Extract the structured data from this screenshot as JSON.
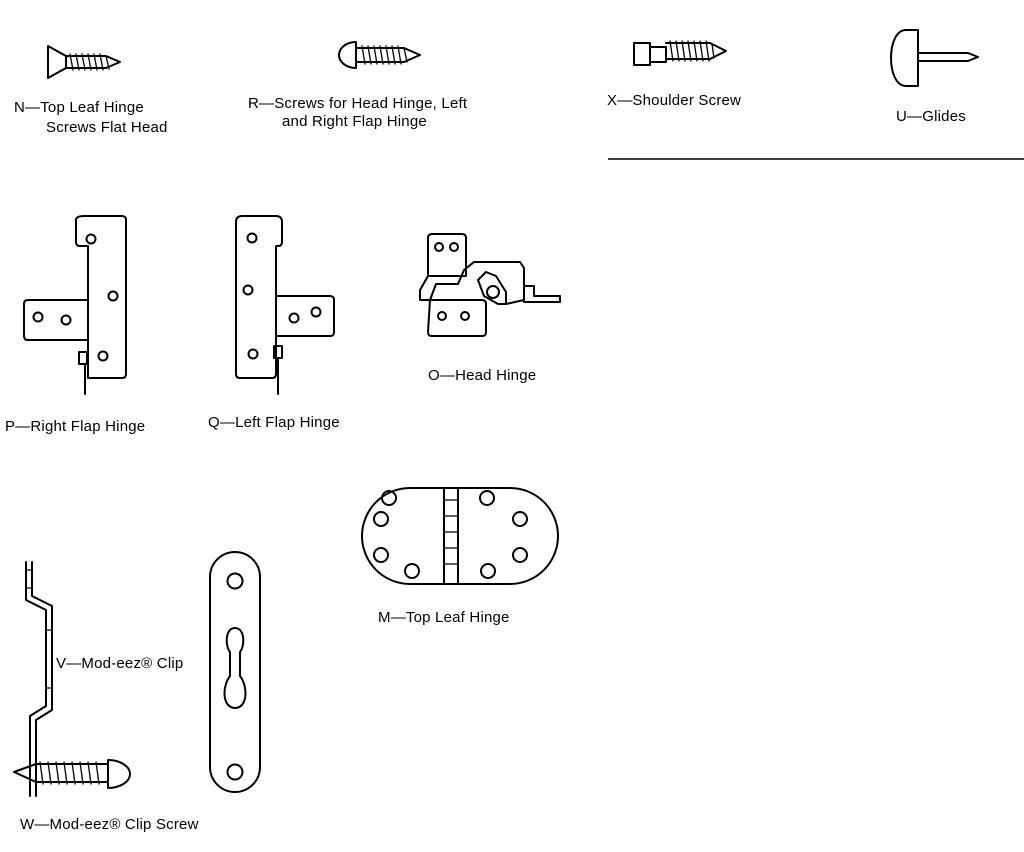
{
  "parts": {
    "n": {
      "line1": "N—Top Leaf Hinge",
      "line2": "Screws Flat Head"
    },
    "r": {
      "line1": "R—Screws for Head Hinge, Left",
      "line2": "and Right Flap Hinge"
    },
    "x": {
      "label": "X—Shoulder Screw"
    },
    "u": {
      "label": "U—Glides"
    },
    "p": {
      "label": "P—Right Flap Hinge"
    },
    "q": {
      "label": "Q—Left Flap Hinge"
    },
    "o": {
      "label": "O—Head Hinge"
    },
    "m": {
      "label": "M—Top Leaf Hinge"
    },
    "v": {
      "label": "V—Mod-eez® Clip"
    },
    "w": {
      "label": "W—Mod-eez® Clip Screw"
    }
  }
}
